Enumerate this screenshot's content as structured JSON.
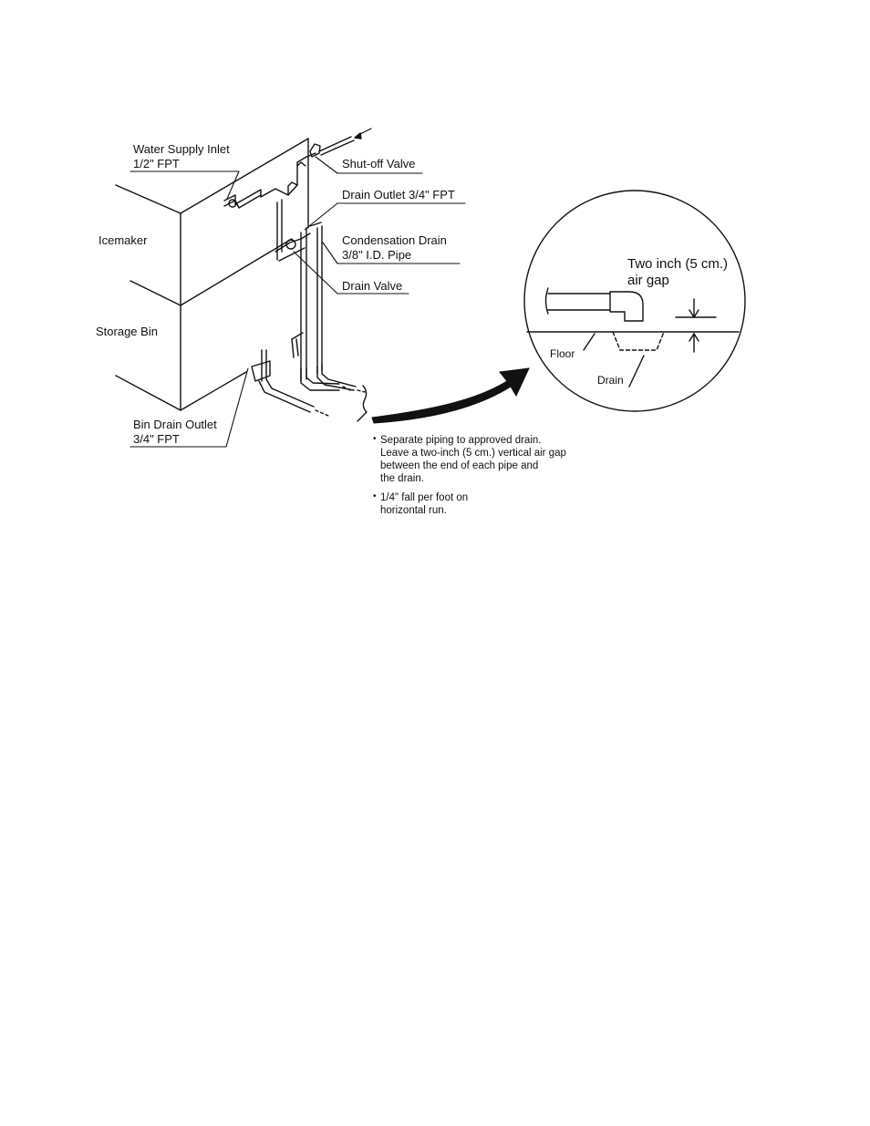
{
  "labels": {
    "water_supply_inlet": [
      "Water Supply Inlet",
      "1/2\" FPT"
    ],
    "shutoff_valve": "Shut-off Valve",
    "drain_outlet": "Drain Outlet 3/4\" FPT",
    "condensation_drain": [
      "Condensation Drain",
      "3/8\" I.D. Pipe"
    ],
    "drain_valve": "Drain Valve",
    "icemaker": "Icemaker",
    "storage_bin": "Storage Bin",
    "bin_drain_outlet": [
      "Bin Drain Outlet",
      "3/4\" FPT"
    ]
  },
  "detail": {
    "air_gap": [
      "Two inch (5 cm.)",
      "air gap"
    ],
    "floor": "Floor",
    "drain": "Drain"
  },
  "notes": [
    [
      "Separate piping to approved drain.",
      "Leave a two-inch (5 cm.) vertical air gap",
      "between the end of each pipe and",
      "the drain."
    ],
    [
      "1/4\" fall per foot on",
      "horizontal run."
    ]
  ]
}
